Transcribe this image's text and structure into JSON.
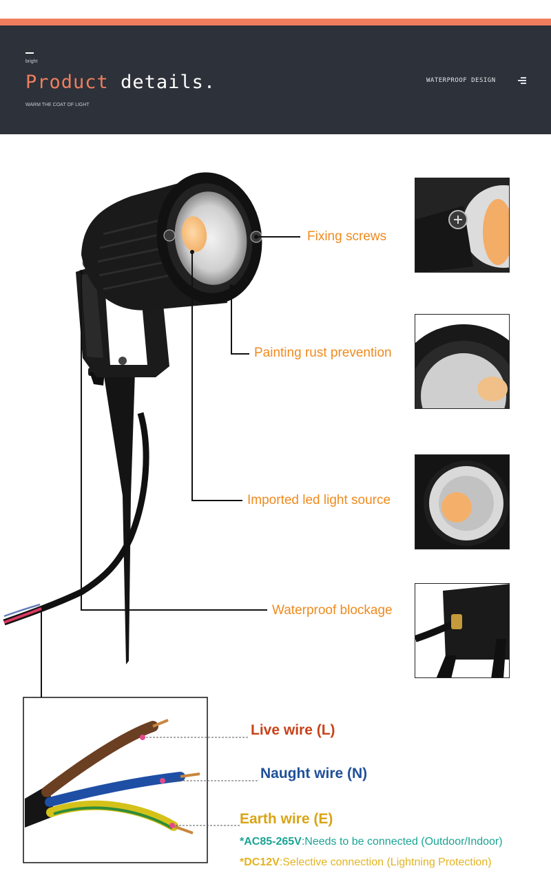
{
  "header": {
    "brand": "bright",
    "title_part1": "Product",
    "title_part2": "details.",
    "subtitle": "WARM THE COAT OF LIGHT",
    "design_label": "WATERPROOF DESIGN",
    "accent_color": "#f07e5e",
    "background_color": "#2d3139"
  },
  "features": [
    {
      "label": "Fixing screws",
      "icon": "screw-closeup"
    },
    {
      "label": "Painting rust prevention",
      "icon": "housing-closeup"
    },
    {
      "label": "Imported led light source",
      "icon": "led-closeup"
    },
    {
      "label": "Waterproof blockage",
      "icon": "cable-gland-closeup"
    }
  ],
  "wires": {
    "live": {
      "label": "Live wire (L)",
      "color": "#c8421a"
    },
    "neutral": {
      "label": "Naught wire (N)",
      "color": "#1f4f9a"
    },
    "earth": {
      "label": "Earth wire (E)",
      "color": "#d9a414"
    }
  },
  "notes": [
    {
      "prefix": "*AC85-265V",
      "text": ":Needs to be connected (Outdoor/Indoor)",
      "color": "#1aa394"
    },
    {
      "prefix": "*DC12V",
      "text": ":Selective connection (Lightning Protection)",
      "color": "#e3b320"
    }
  ],
  "feature_color": "#f08a1d"
}
